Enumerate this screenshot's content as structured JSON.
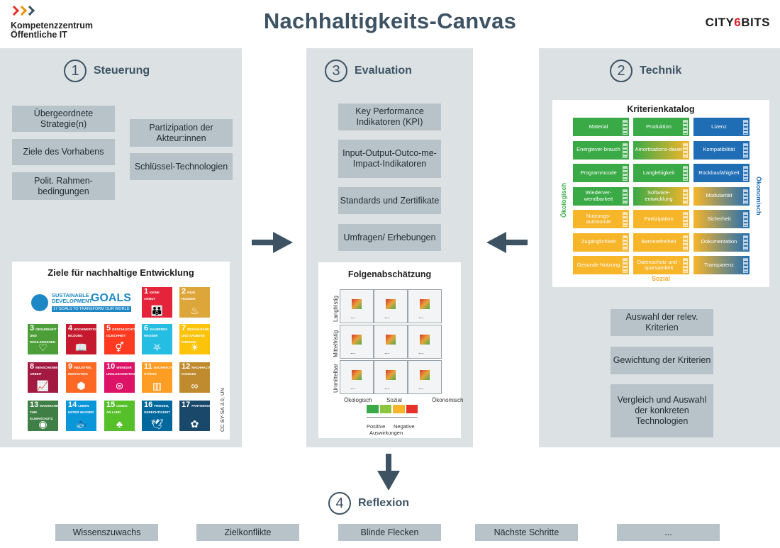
{
  "header": {
    "org_line1": "Kompetenzzentrum",
    "org_line2": "Öffentliche IT",
    "title": "Nachhaltigkeits-Canvas",
    "brand_left": "CITY",
    "brand_six": "6",
    "brand_right": "BITS"
  },
  "steuerung": {
    "num": "1",
    "label": "Steuerung",
    "boxes": [
      "Übergeordnete Strategie(n)",
      "Ziele des Vorhabens",
      "Polit. Rahmen-bedingungen",
      "Partizipation der Akteur:innen",
      "Schlüssel-Technologien"
    ],
    "sdg_title": "Ziele für nachhaltige Entwicklung",
    "sdg_logo_line1": "SUSTAINABLE",
    "sdg_logo_line2": "DEVELOPMENT",
    "sdg_logo_goals": "GOALS",
    "sdg_logo_sub": "17 GOALS TO TRANSFORM OUR WORLD",
    "license": "CC BY-SA 3.0, UN",
    "sdgs": [
      {
        "n": "1",
        "t": "KEINE ARMUT",
        "c": "#e5243b",
        "s": "👪"
      },
      {
        "n": "2",
        "t": "KEIN HUNGER",
        "c": "#dda63a",
        "s": "♨"
      },
      {
        "n": "3",
        "t": "GESUNDHEIT UND WOHLERGEHEN",
        "c": "#4c9f38",
        "s": "♡"
      },
      {
        "n": "4",
        "t": "HOCHWERTIGE BILDUNG",
        "c": "#c5192d",
        "s": "📖"
      },
      {
        "n": "5",
        "t": "GESCHLECHTER-GLEICHHEIT",
        "c": "#ff3a21",
        "s": "⚥"
      },
      {
        "n": "6",
        "t": "SAUBERES WASSER",
        "c": "#26bde2",
        "s": "⛧"
      },
      {
        "n": "7",
        "t": "BEZAHLBARE UND SAUBERE ENERGIE",
        "c": "#fcc30b",
        "s": "☀"
      },
      {
        "n": "8",
        "t": "MENSCHENWÜRDIGE ARBEIT",
        "c": "#a21942",
        "s": "📈"
      },
      {
        "n": "9",
        "t": "INDUSTRIE, INNOVATION",
        "c": "#fd6925",
        "s": "⬢"
      },
      {
        "n": "10",
        "t": "WENIGER UNGLEICHHEITEN",
        "c": "#dd1367",
        "s": "⊜"
      },
      {
        "n": "11",
        "t": "NACHHALTIGE STÄDTE",
        "c": "#fd9d24",
        "s": "▥"
      },
      {
        "n": "12",
        "t": "NACHHALTIGE/R KONSUM",
        "c": "#bf8b2e",
        "s": "∞"
      },
      {
        "n": "13",
        "t": "MASSNAHMEN ZUM KLIMASCHUTZ",
        "c": "#3f7e44",
        "s": "◉"
      },
      {
        "n": "14",
        "t": "LEBEN UNTER WASSER",
        "c": "#0a97d9",
        "s": "🐟"
      },
      {
        "n": "15",
        "t": "LEBEN AN LAND",
        "c": "#56c02b",
        "s": "♣"
      },
      {
        "n": "16",
        "t": "FRIEDEN, GERECHTIGKEIT",
        "c": "#00689d",
        "s": "🕊"
      },
      {
        "n": "17",
        "t": "PARTNERSCHAFTEN",
        "c": "#19486a",
        "s": "✿"
      }
    ]
  },
  "evaluation": {
    "num": "3",
    "label": "Evaluation",
    "boxes": [
      "Key Performance Indikatoren (KPI)",
      "Input-Output-Outco-me-Impact-Indikatoren",
      "Standards und Zertifikate",
      "Umfragen/ Erhebungen"
    ],
    "matrix_title": "Folgenabschätzung",
    "rows": [
      "Langfristig",
      "Mittelfristig",
      "Unmittelbar"
    ],
    "cols": [
      "Ökologisch",
      "Sozial",
      "Ökonomisch"
    ],
    "cell_text": "...",
    "legend_positive": "Positive",
    "legend_negative": "Negative",
    "legend_sub": "Auswirkungen",
    "legend_colors": [
      "#3aaa47",
      "#8cc63f",
      "#f7b52a",
      "#e5332a"
    ]
  },
  "technik": {
    "num": "2",
    "label": "Technik",
    "catalog_title": "Kriterienkatalog",
    "axis_left": "Ökologisch",
    "axis_right": "Ökonomisch",
    "axis_bottom": "Sozial",
    "col1": [
      "Material",
      "Energiever-brauch",
      "Programmcode",
      "Wiederver-wendbarkeit",
      "Nutzungs-autonomie",
      "Zugänglichkeit",
      "Gesunde Nutzung"
    ],
    "col2": [
      "Produktion",
      "Amortisations-dauer",
      "Langlebigkeit",
      "Software-entwicklung",
      "Partizipation",
      "Barrierefreiheit",
      "Datenschutz und -sparsamkeit"
    ],
    "col3": [
      "Lizenz",
      "Kompatibilität",
      "Rückbaufähigkeit",
      "Modularität",
      "Sicherheit",
      "Dokumentation",
      "Transparenz"
    ],
    "boxes": [
      "Auswahl der relev. Kriterien",
      "Gewichtung der Kriterien",
      "Vergleich und Auswahl der konkreten Technologien"
    ]
  },
  "reflexion": {
    "num": "4",
    "label": "Reflexion",
    "boxes": [
      "Wissenszuwachs",
      "Zielkonflikte",
      "Blinde Flecken",
      "Nächste Schritte",
      "..."
    ]
  },
  "colors": {
    "panel": "#dce1e4",
    "box": "#b8c2c9",
    "accent": "#3d5364",
    "green": "#3aaa47",
    "yellow": "#f7b52a",
    "blue": "#1f6db5"
  }
}
